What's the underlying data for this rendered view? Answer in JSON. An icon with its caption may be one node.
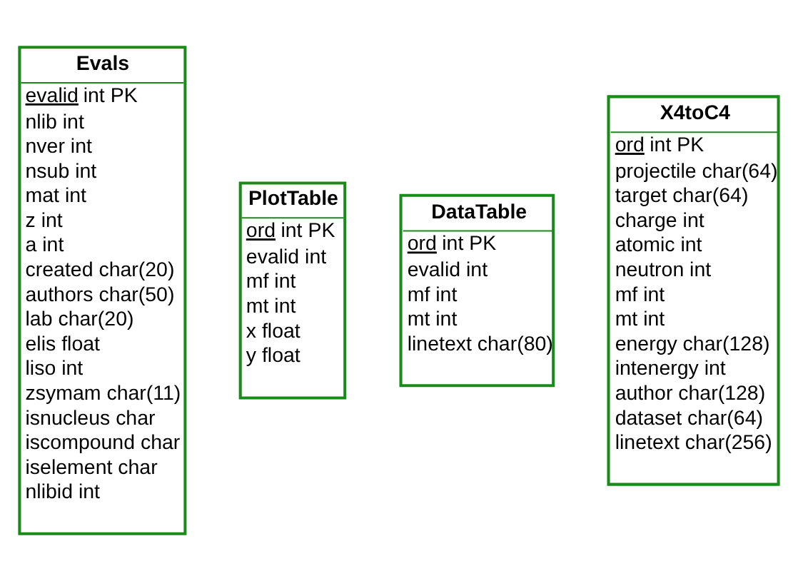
{
  "diagram": {
    "nodes": [
      {
        "text": [
          "Evals",
          "evalid  int PK",
          "nlib int",
          "nver int",
          "nsub int",
          "mat int",
          "z int",
          "a int",
          "created char(20)",
          "authors char(50)",
          "lab char(20)",
          "elis float",
          "liso int",
          "zsymam char(11)",
          "isnucleus char",
          "iscompound char",
          "iselement char",
          "nlibid int"
        ]
      },
      {
        "text": [
          "PlotTable",
          "ord  int PK",
          "evalid int",
          "mf int",
          "mt int",
          "x float",
          "y float"
        ]
      },
      {
        "text": [
          "DataTable",
          "ord  int PK",
          "evalid int",
          "mf int",
          "mt int",
          "linetext char(80)"
        ]
      },
      {
        "text": [
          "X4toC4",
          "ord  int PK",
          "projectile char(64)",
          "target char(64)",
          "charge int",
          "atomic int",
          "neutron int",
          "mf int",
          "mt int",
          "energy char(128)",
          "intenergy int",
          "author char(128)",
          "dataset char(64)",
          "linetext char(256)"
        ]
      }
    ],
    "edges": []
  }
}
